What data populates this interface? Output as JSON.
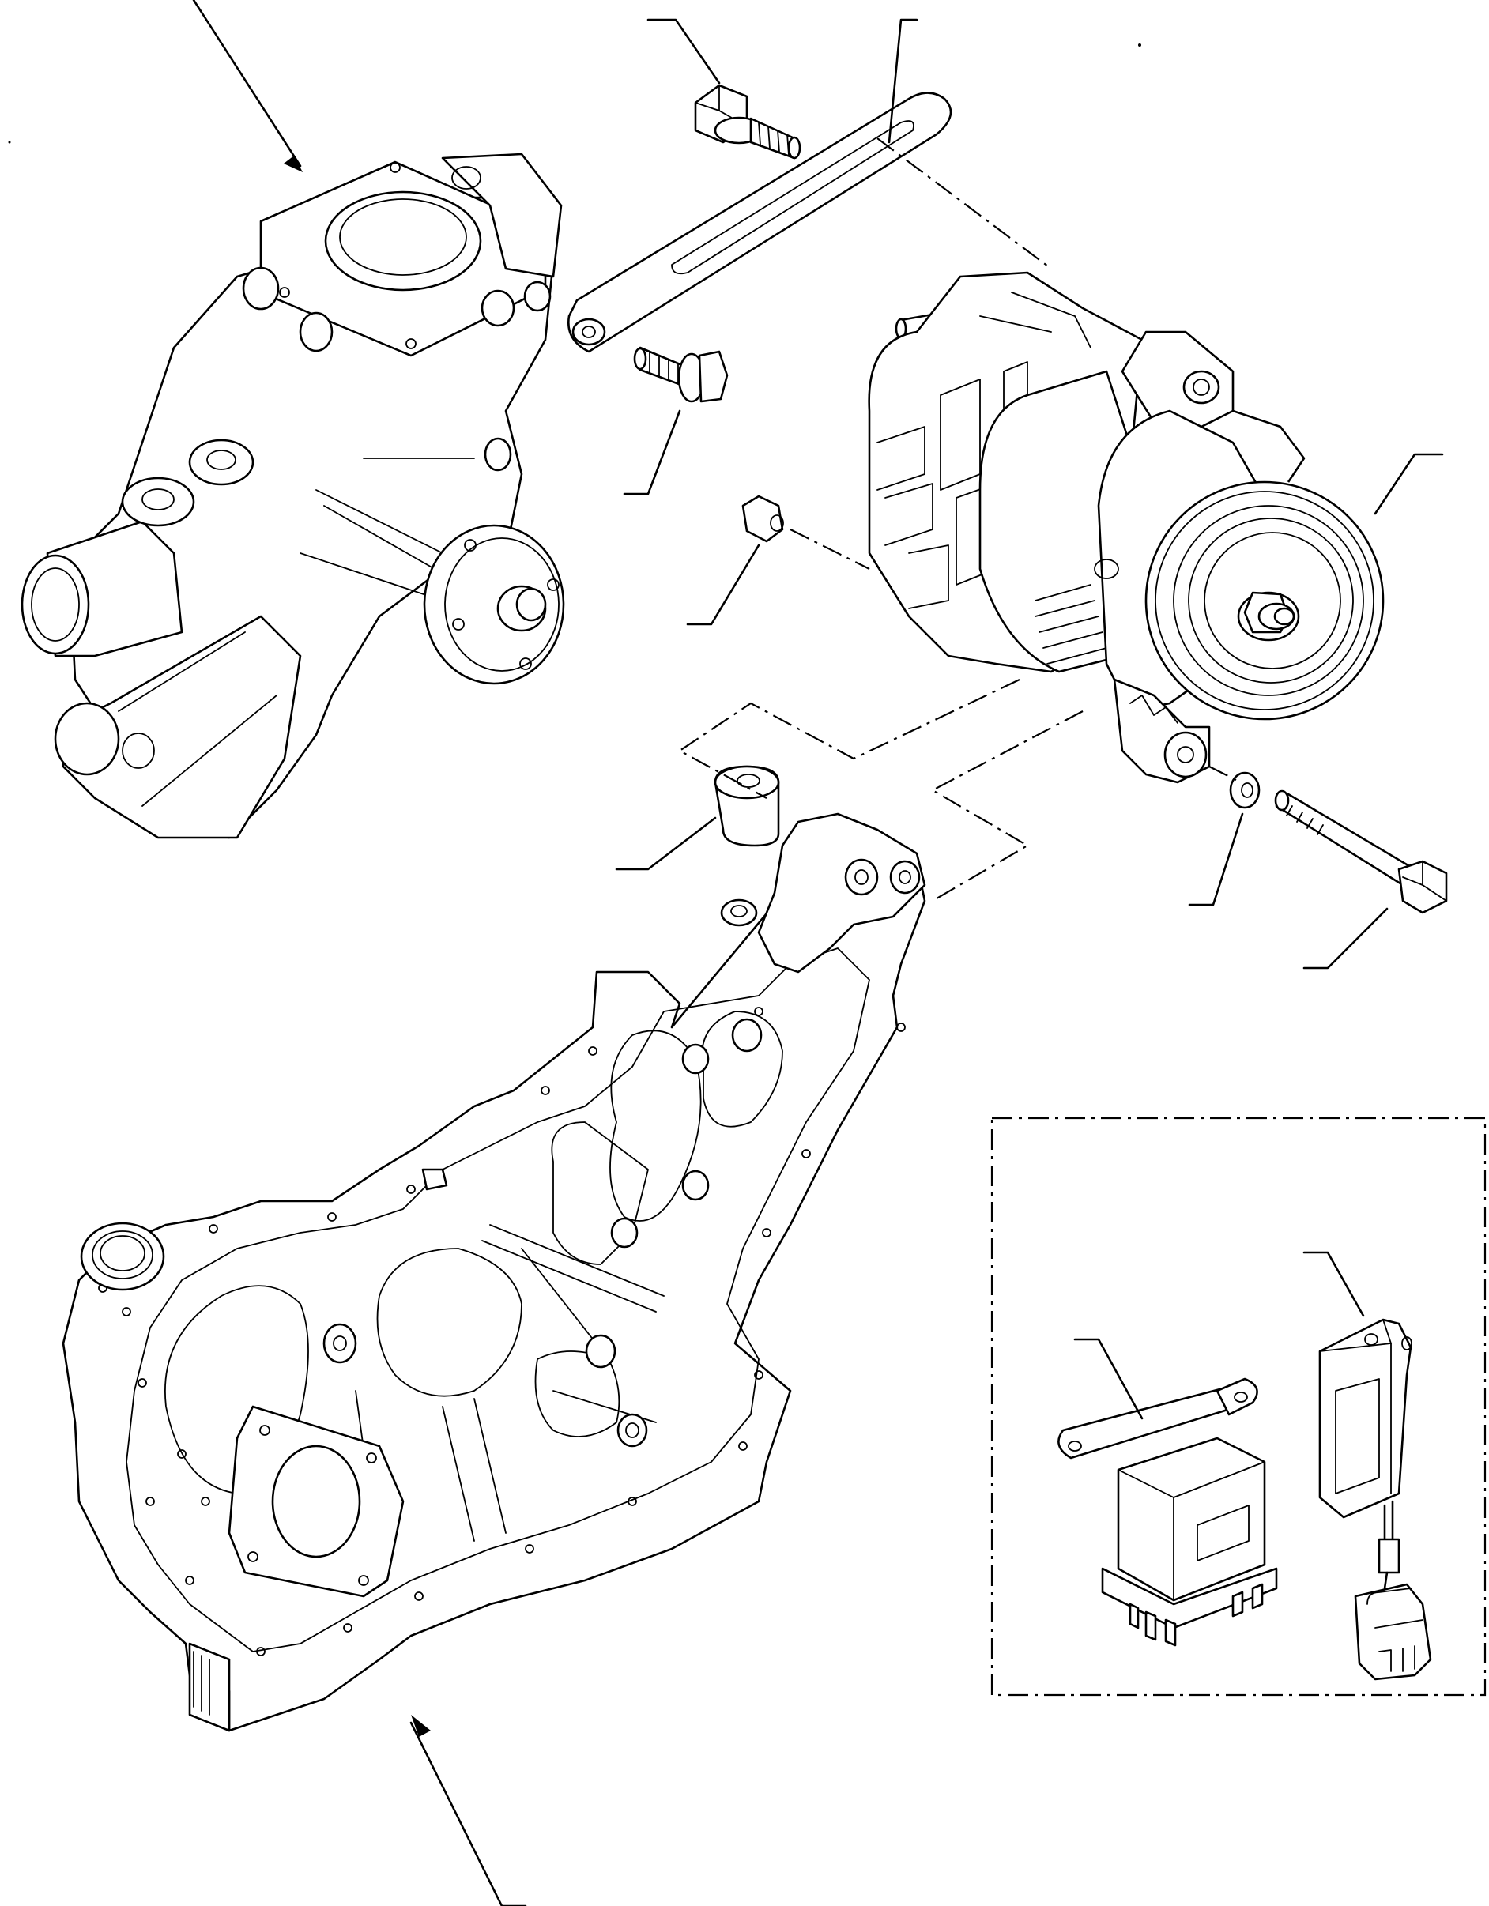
{
  "figure": {
    "kind": "exploded parts illustration",
    "text_labels": [],
    "parts": [
      "water-pump-housing",
      "alternator-adjusting-bracket",
      "alternator",
      "flange-bolt",
      "nut",
      "spacer-collar",
      "washer",
      "long-bolt",
      "gear-case-cover",
      "relay-with-bracket",
      "regulator-unit"
    ],
    "callout_count": 11,
    "inset_border": "dash-dot"
  }
}
